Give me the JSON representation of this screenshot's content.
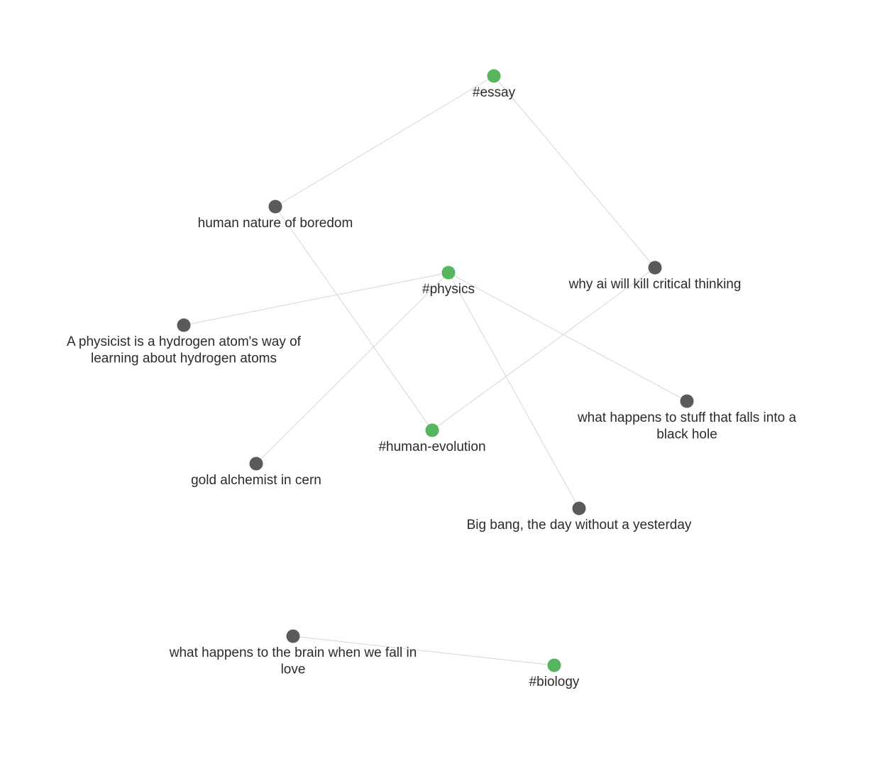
{
  "graph": {
    "colors": {
      "tag_node": "#57b55e",
      "note_node": "#5a5a5a",
      "edge": "#d6d6d6",
      "label": "#2b2b2b"
    },
    "nodes": [
      {
        "id": "essay",
        "kind": "tag",
        "label_lines": [
          "#essay"
        ]
      },
      {
        "id": "boredom",
        "kind": "note",
        "label_lines": [
          "human nature of boredom"
        ]
      },
      {
        "id": "physics",
        "kind": "tag",
        "label_lines": [
          "#physics"
        ]
      },
      {
        "id": "ai-critical",
        "kind": "note",
        "label_lines": [
          "why ai will kill critical thinking"
        ]
      },
      {
        "id": "physicist-atom",
        "kind": "note",
        "label_lines": [
          "A physicist is a hydrogen atom's way of",
          "learning about hydrogen atoms"
        ]
      },
      {
        "id": "black-hole",
        "kind": "note",
        "label_lines": [
          "what happens to stuff that falls into a",
          "black hole"
        ]
      },
      {
        "id": "human-evolution",
        "kind": "tag",
        "label_lines": [
          "#human-evolution"
        ]
      },
      {
        "id": "gold-alchemist",
        "kind": "note",
        "label_lines": [
          "gold alchemist in cern"
        ]
      },
      {
        "id": "big-bang",
        "kind": "note",
        "label_lines": [
          "Big bang, the day without a yesterday"
        ]
      },
      {
        "id": "brain-love",
        "kind": "note",
        "label_lines": [
          "what happens to the brain when we fall in",
          "love"
        ]
      },
      {
        "id": "biology",
        "kind": "tag",
        "label_lines": [
          "#biology"
        ]
      }
    ],
    "edges": [
      [
        "essay",
        "boredom"
      ],
      [
        "essay",
        "ai-critical"
      ],
      [
        "boredom",
        "human-evolution"
      ],
      [
        "ai-critical",
        "human-evolution"
      ],
      [
        "physics",
        "physicist-atom"
      ],
      [
        "physics",
        "black-hole"
      ],
      [
        "physics",
        "gold-alchemist"
      ],
      [
        "physics",
        "big-bang"
      ],
      [
        "brain-love",
        "biology"
      ]
    ]
  }
}
